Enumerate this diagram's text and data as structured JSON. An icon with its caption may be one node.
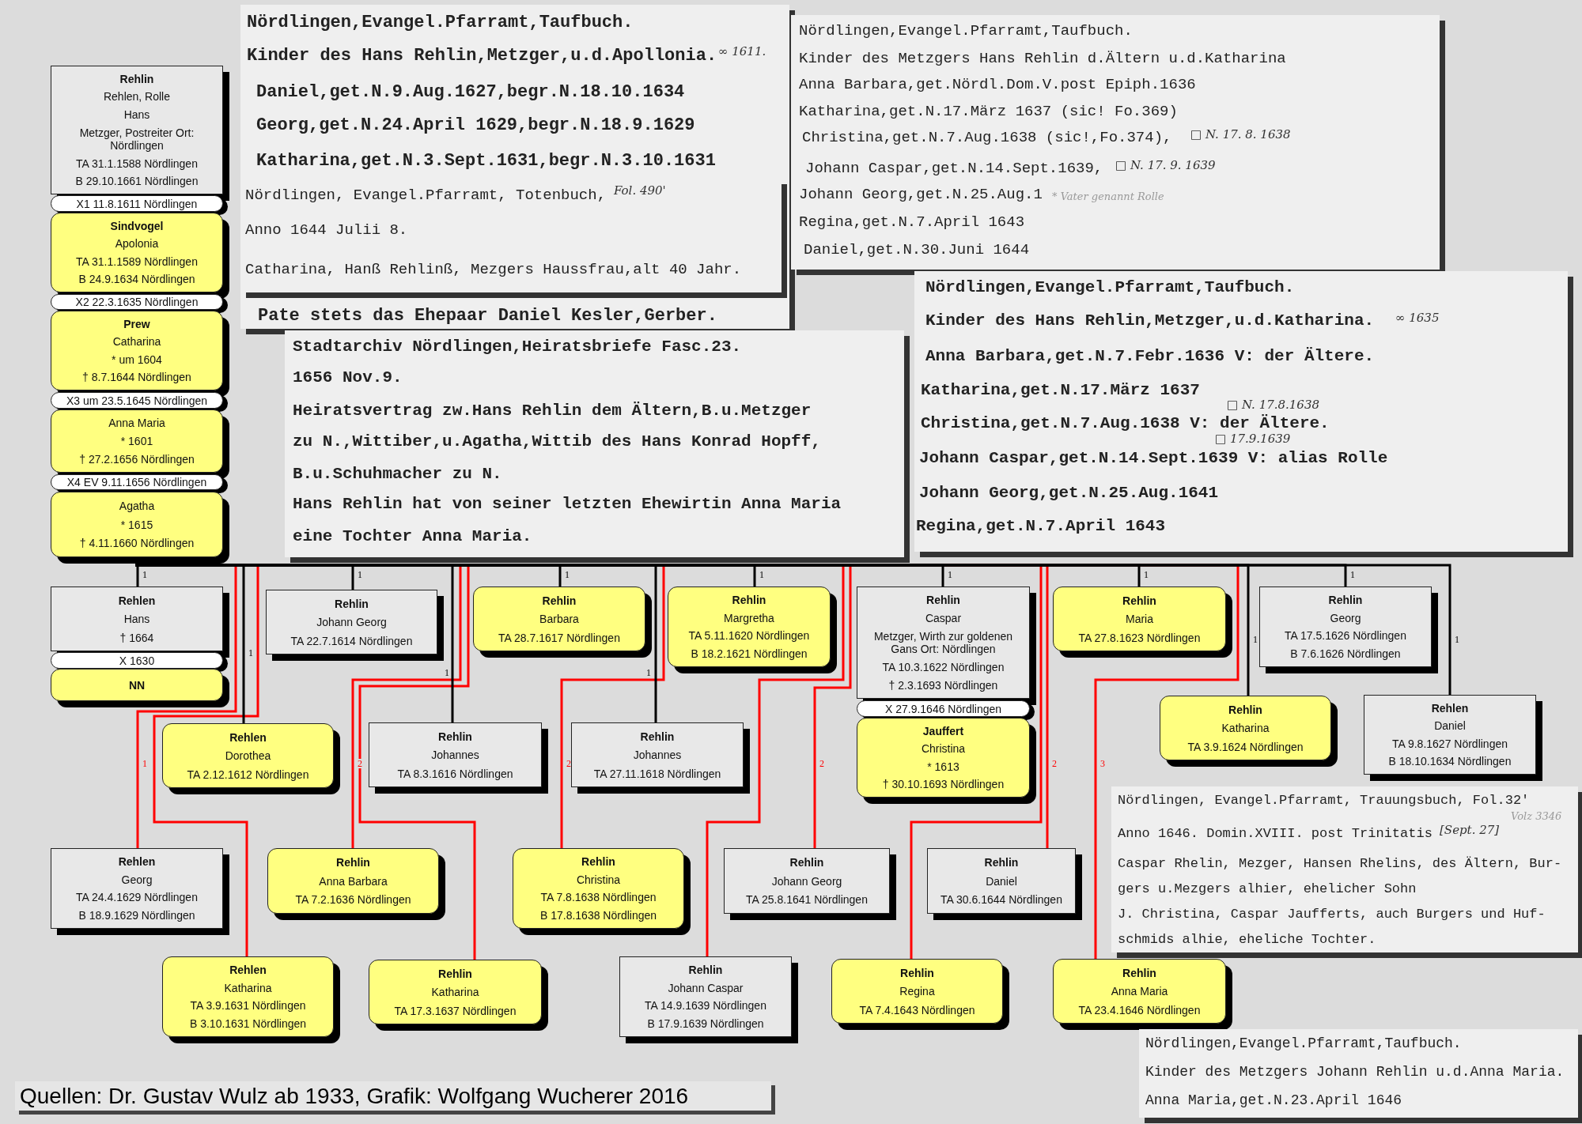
{
  "diagram": {
    "caption": "Quellen: Dr. Gustav Wulz ab 1933, Grafik: Wolfgang Wucherer 2016",
    "nodes": [
      {
        "text": [
          "Rehlin",
          "Rehlen, Rolle",
          "Hans",
          "Metzger, Postreiter Ort: Nördlingen",
          "TA 31.1.1588 Nördlingen",
          "B 29.10.1661 Nördlingen"
        ]
      },
      {
        "text": [
          "X1 11.8.1611 Nördlingen"
        ]
      },
      {
        "text": [
          "Sindvogel",
          "Apolonia",
          "TA 31.1.1589 Nördlingen",
          "B 24.9.1634 Nördlingen"
        ]
      },
      {
        "text": [
          "X2 22.3.1635 Nördlingen"
        ]
      },
      {
        "text": [
          "Prew",
          "Catharina",
          "* um 1604",
          "† 8.7.1644 Nördlingen"
        ]
      },
      {
        "text": [
          "X3 um 23.5.1645 Nördlingen"
        ]
      },
      {
        "text": [
          "Anna Maria",
          "* 1601",
          "† 27.2.1656 Nördlingen"
        ]
      },
      {
        "text": [
          "X4 EV 9.11.1656 Nördlingen"
        ]
      },
      {
        "text": [
          "Agatha",
          "* 1615",
          "† 4.11.1660 Nördlingen"
        ]
      },
      {
        "text": [
          "Nördlingen,Evangel.Pfarramt,Taufbuch.",
          "Kinder des Hans Rehlin,Metzger,u.d.Apollonia.",
          "∞ 1611.",
          "Daniel,get.N.9.Aug.1627,begr.N.18.10.1634",
          "Georg,get.N.24.April 1629,begr.N.18.9.1629",
          "Katharina,get.N.3.Sept.1631,begr.N.3.10.1631",
          "Pate stets das Ehepaar Daniel Kesler,Gerber."
        ]
      },
      {
        "text": [
          "Nördlingen,Evangel.Pfarramt,Taufbuch.",
          "Kinder des Metzgers Hans Rehlin d.Ältern u.d.Katharina",
          "Anna Barbara,get.Nördl.Dom.V.post Epiph.1636",
          "Katharina,get.N.17.März 1637 (sic! Fo.369)",
          "Christina,get.N.7.Aug.1638 (sic!,Fo.374),",
          "□ N. 17. 8. 1638",
          "Johann Caspar,get.N.14.Sept.1639,",
          "□ N. 17. 9. 1639",
          "Johann Georg,get.N.25.Aug.1",
          "* Vater genannt Rolle",
          "Regina,get.N.7.April 1643",
          "Daniel,get.N.30.Juni 1644"
        ]
      },
      {
        "text": [
          "Nördlingen, Evangel.Pfarramt, Totenbuch,",
          "Fol. 490'",
          "Anno 1644 Julii 8.",
          "Catharina, Hanß Rehlinß, Mezgers Haussfrau,alt 40 Jahr."
        ],
        "in": 9
      },
      {
        "text": [
          "Nördlingen,Evangel.Pfarramt,Taufbuch.",
          "Kinder des Hans Rehlin,Metzger,u.d.Katharina.",
          "∞ 1635",
          "Anna Barbara,get.N.7.Febr.1636 V: der Ältere.",
          "Katharina,get.N.17.März 1637",
          "□ N. 17.8.1638",
          "Christina,get.N.7.Aug.1638 V: der Ältere.",
          "□ 17.9.1639",
          "Johann Caspar,get.N.14.Sept.1639 V: alias Rolle",
          "Johann Georg,get.N.25.Aug.1641",
          "Regina,get.N.7.April 1643"
        ]
      },
      {
        "text": [
          "Stadtarchiv Nördlingen,Heiratsbriefe Fasc.23.",
          "1656 Nov.9.",
          "Heiratsvertrag zw.Hans Rehlin dem Ältern,B.u.Metzger",
          "zu N.,Wittiber,u.Agatha,Wittib des Hans Konrad Hopff,",
          "B.u.Schuhmacher zu N.",
          "Hans Rehlin hat von seiner letzten Ehewirtin Anna Maria",
          "eine Tochter Anna Maria."
        ]
      },
      {
        "text": [
          "Rehlen",
          "Hans",
          "† 1664"
        ]
      },
      {
        "text": [
          "X 1630"
        ]
      },
      {
        "text": [
          "NN"
        ]
      },
      {
        "text": [
          "Rehlin",
          "Johann Georg",
          "TA 22.7.1614 Nördlingen"
        ]
      },
      {
        "text": [
          "Rehlin",
          "Barbara",
          "TA 28.7.1617 Nördlingen"
        ]
      },
      {
        "text": [
          "Rehlin",
          "Margretha",
          "TA 5.11.1620 Nördlingen",
          "B 18.2.1621 Nördlingen"
        ]
      },
      {
        "text": [
          "Rehlin",
          "Caspar",
          "Metzger, Wirth zur goldenen Gans Ort: Nördlingen",
          "TA 10.3.1622 Nördlingen",
          "† 2.3.1693 Nördlingen"
        ]
      },
      {
        "text": [
          "X 27.9.1646 Nördlingen"
        ]
      },
      {
        "text": [
          "Jauffert",
          "Christina",
          "* 1613",
          "† 30.10.1693 Nördlingen"
        ]
      },
      {
        "text": [
          "Rehlin",
          "Maria",
          "TA 27.8.1623 Nördlingen"
        ]
      },
      {
        "text": [
          "Rehlin",
          "Georg",
          "TA 17.5.1626 Nördlingen",
          "B 7.6.1626 Nördlingen"
        ]
      },
      {
        "text": [
          "Rehlen",
          "Dorothea",
          "TA 2.12.1612 Nördlingen"
        ]
      },
      {
        "text": [
          "Rehlin",
          "Johannes",
          "TA 8.3.1616 Nördlingen"
        ]
      },
      {
        "text": [
          "Rehlin",
          "Johannes",
          "TA 27.11.1618 Nördlingen"
        ]
      },
      {
        "text": [
          "Rehlin",
          "Katharina",
          "TA 3.9.1624 Nördlingen"
        ]
      },
      {
        "text": [
          "Rehlen",
          "Daniel",
          "TA 9.8.1627 Nördlingen",
          "B 18.10.1634 Nördlingen"
        ]
      },
      {
        "text": [
          "Rehlen",
          "Georg",
          "TA 24.4.1629 Nördlingen",
          "B 18.9.1629 Nördlingen"
        ]
      },
      {
        "text": [
          "Rehlin",
          "Anna Barbara",
          "TA 7.2.1636 Nördlingen"
        ]
      },
      {
        "text": [
          "Rehlin",
          "Christina",
          "TA 7.8.1638 Nördlingen",
          "B 17.8.1638 Nördlingen"
        ]
      },
      {
        "text": [
          "Rehlin",
          "Johann Georg",
          "TA 25.8.1641 Nördlingen"
        ]
      },
      {
        "text": [
          "Rehlin",
          "Daniel",
          "TA 30.6.1644 Nördlingen"
        ]
      },
      {
        "text": [
          "Rehlen",
          "Katharina",
          "TA 3.9.1631 Nördlingen",
          "B 3.10.1631 Nördlingen"
        ]
      },
      {
        "text": [
          "Rehlin",
          "Katharina",
          "TA 17.3.1637 Nördlingen"
        ]
      },
      {
        "text": [
          "Rehlin",
          "Johann Caspar",
          "TA 14.9.1639 Nördlingen",
          "B 17.9.1639 Nördlingen"
        ]
      },
      {
        "text": [
          "Rehlin",
          "Regina",
          "TA 7.4.1643 Nördlingen"
        ]
      },
      {
        "text": [
          "Rehlin",
          "Anna Maria",
          "TA 23.4.1646 Nördlingen"
        ]
      },
      {
        "text": [
          "Nördlingen, Evangel.Pfarramt, Trauungsbuch, Fol.32'",
          "Anno 1646. Domin.XVIII. post Trinitatis",
          "[Sept. 27]",
          "Volz 3346",
          "Caspar Rhelin, Mezger, Hansen Rhelins, des Ältern, Bur-",
          "gers u.Mezgers alhier, ehelicher Sohn",
          "J. Christina, Caspar Jaufferts, auch Burgers und Huf-",
          "schmids alhie, eheliche Tochter."
        ]
      },
      {
        "text": [
          "Nördlingen,Evangel.Pfarramt,Taufbuch.",
          "Kinder des Metzgers Johann Rehlin u.d.Anna Maria.",
          "Anna Maria,get.N.23.April 1646"
        ]
      }
    ],
    "edges": [
      {
        "from": 8,
        "to": 14,
        "arrow": "none",
        "label": "1"
      },
      {
        "from": 8,
        "to": 25,
        "arrow": "none",
        "label": "1"
      },
      {
        "from": 8,
        "to": 17,
        "arrow": "none",
        "label": "1"
      },
      {
        "from": 8,
        "to": 26,
        "arrow": "none",
        "label": "1"
      },
      {
        "from": 8,
        "to": 18,
        "arrow": "none",
        "label": "1"
      },
      {
        "from": 8,
        "to": 27,
        "arrow": "none",
        "label": "1"
      },
      {
        "from": 8,
        "to": 19,
        "arrow": "none",
        "label": "1"
      },
      {
        "from": 8,
        "to": 20,
        "arrow": "none",
        "label": "1"
      },
      {
        "from": 8,
        "to": 23,
        "arrow": "none",
        "label": "1"
      },
      {
        "from": 8,
        "to": 28,
        "arrow": "none",
        "label": "1"
      },
      {
        "from": 8,
        "to": 24,
        "arrow": "none",
        "label": "1"
      },
      {
        "from": 8,
        "to": 29,
        "arrow": "none",
        "label": "1"
      },
      {
        "from": 8,
        "to": 30,
        "arrow": "none",
        "label": "1",
        "color": "#ff0000"
      },
      {
        "from": 8,
        "to": 35,
        "arrow": "none",
        "color": "#ff0000"
      },
      {
        "from": 8,
        "to": 31,
        "arrow": "none",
        "label": "2",
        "color": "#ff0000"
      },
      {
        "from": 8,
        "to": 36,
        "arrow": "none",
        "color": "#ff0000"
      },
      {
        "from": 8,
        "to": 32,
        "arrow": "none",
        "label": "2",
        "color": "#ff0000"
      },
      {
        "from": 8,
        "to": 37,
        "arrow": "none",
        "color": "#ff0000"
      },
      {
        "from": 8,
        "to": 33,
        "arrow": "none",
        "label": "2",
        "color": "#ff0000"
      },
      {
        "from": 8,
        "to": 38,
        "arrow": "none",
        "color": "#ff0000"
      },
      {
        "from": 8,
        "to": 34,
        "arrow": "none",
        "label": "2",
        "color": "#ff0000"
      },
      {
        "from": 8,
        "to": 39,
        "arrow": "none",
        "label": "3",
        "color": "#ff0000"
      }
    ]
  }
}
